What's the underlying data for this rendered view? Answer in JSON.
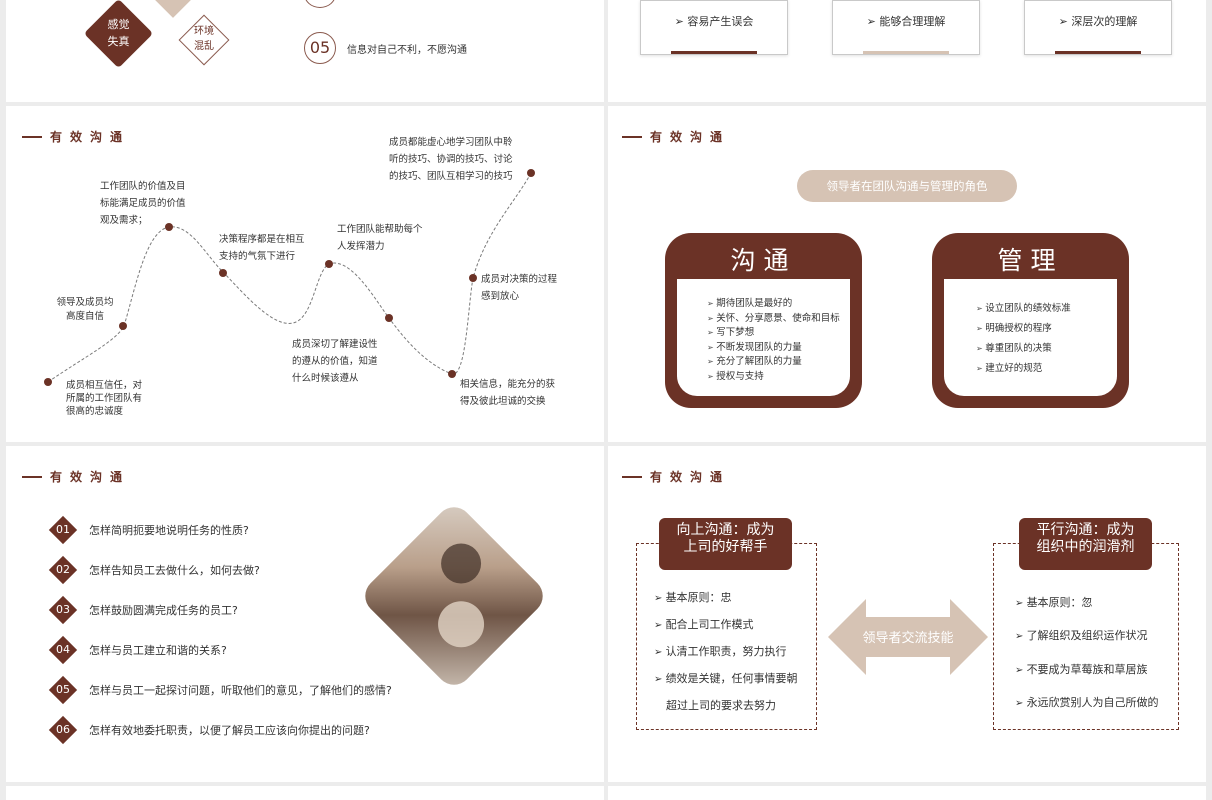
{
  "slide1": {
    "diamond_a": [
      "感觉",
      "失真"
    ],
    "diamond_b": [
      "环境",
      "混乱"
    ],
    "item_num": "05",
    "item_text": "信息对自己不利，不愿沟通"
  },
  "slide2": {
    "boxes": [
      "容易产生误会",
      "能够合理理解",
      "深层次的理解"
    ]
  },
  "slide3": {
    "section_title": "有效沟通",
    "labels": {
      "l1": [
        "成员相互信任，对",
        "所属的工作团队有",
        "很高的忠诚度"
      ],
      "l2": [
        "领导及成员均",
        "高度自信"
      ],
      "l3": [
        "工作团队的价值及目",
        "标能满足成员的价值",
        "观及需求；"
      ],
      "l4": [
        "决策程序都是在相互",
        "支持的气氛下进行"
      ],
      "l5": [
        "成员深切了解建设性",
        "的遵从的价值，知道",
        "什么时候该遵从"
      ],
      "l6": [
        "工作团队能帮助每个",
        "人发挥潜力"
      ],
      "l7": [
        "相关信息，能充分的获",
        "得及彼此坦诚的交换"
      ],
      "l8": [
        "成员对决策的过程",
        "感到放心"
      ],
      "l9": [
        "成员都能虚心地学习团队中聆",
        "听的技巧、协调的技巧、讨论",
        "的技巧、团队互相学习的技巧"
      ]
    }
  },
  "slide4": {
    "section_title": "有效沟通",
    "pill": "领导者在团队沟通与管理的角色",
    "card1": {
      "title": "沟通",
      "items": [
        "期待团队是最好的",
        "关怀、分享愿景、使命和目标",
        "写下梦想",
        "不断发现团队的力量",
        "充分了解团队的力量",
        "授权与支持"
      ]
    },
    "card2": {
      "title": "管理",
      "items": [
        "设立团队的绩效标准",
        "明确授权的程序",
        "尊重团队的决策",
        "建立好的规范"
      ]
    }
  },
  "slide5": {
    "section_title": "有效沟通",
    "questions": [
      {
        "num": "01",
        "text": "怎样简明扼要地说明任务的性质?"
      },
      {
        "num": "02",
        "text": "怎样告知员工去做什么，如何去做?"
      },
      {
        "num": "03",
        "text": "怎样鼓励圆满完成任务的员工?"
      },
      {
        "num": "04",
        "text": "怎样与员工建立和谐的关系?"
      },
      {
        "num": "05",
        "text": "怎样与员工一起探讨问题，听取他们的意见，了解他们的感情?"
      },
      {
        "num": "06",
        "text": "怎样有效地委托职责，以便了解员工应该向你提出的问题?"
      }
    ]
  },
  "slide6": {
    "section_title": "有效沟通",
    "left_tag": [
      "向上沟通：成为",
      "上司的好帮手"
    ],
    "right_tag": [
      "平行沟通：成为",
      "组织中的润滑剂"
    ],
    "center": "领导者交流技能",
    "left_items": [
      "基本原则：忠",
      "配合上司工作模式",
      "认清工作职责，努力执行",
      "绩效是关键，任何事情要朝",
      "超过上司的要求去努力"
    ],
    "right_items": [
      "基本原则：忽",
      "了解组织及组织运作状况",
      "不要成为草莓族和草居族",
      "永远欣赏别人为自己所做的"
    ]
  },
  "colors": {
    "primary": "#6b3226",
    "accent": "#d6c3b4"
  }
}
